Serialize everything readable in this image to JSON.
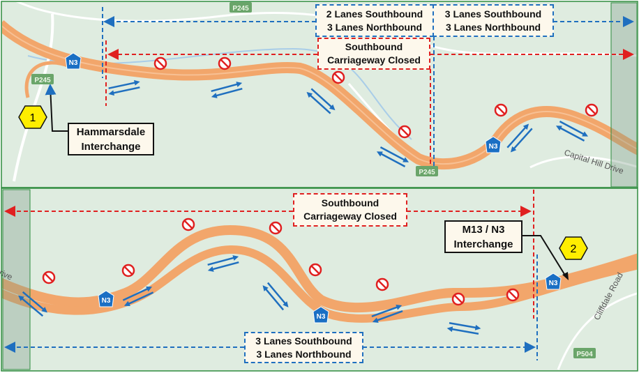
{
  "top_panel": {
    "lanes_box_1": {
      "line1": "2 Lanes Southbound",
      "line2": "3 Lanes Northbound"
    },
    "lanes_box_2": {
      "line1": "3 Lanes Southbound",
      "line2": "3 Lanes Northbound"
    },
    "closure_box": {
      "line1": "Southbound",
      "line2": "Carriageway Closed"
    },
    "interchange_label": {
      "line1": "Hammarsdale",
      "line2": "Interchange"
    },
    "marker_number": "1",
    "road_shield": "N3",
    "route_labels": [
      "P245",
      "P245",
      "P245"
    ],
    "street_label": "Capital Hill Drive"
  },
  "bottom_panel": {
    "closure_box": {
      "line1": "Southbound",
      "line2": "Carriageway Closed"
    },
    "lanes_box": {
      "line1": "3 Lanes Southbound",
      "line2": "3 Lanes Northbound"
    },
    "interchange_label": {
      "line1": "M13 / N3",
      "line2": "Interchange"
    },
    "marker_number": "2",
    "road_shield": "N3",
    "route_label": "P504",
    "street_label_left": "Drive",
    "street_label_right": "Cliffdale Road"
  },
  "colors": {
    "map_bg": "#dfece0",
    "road": "#f2a66b",
    "lane_blue": "#1f6fbf",
    "closure_red": "#e02020",
    "marker_yellow": "#ffee00",
    "panel_border": "#2e8b3e"
  }
}
